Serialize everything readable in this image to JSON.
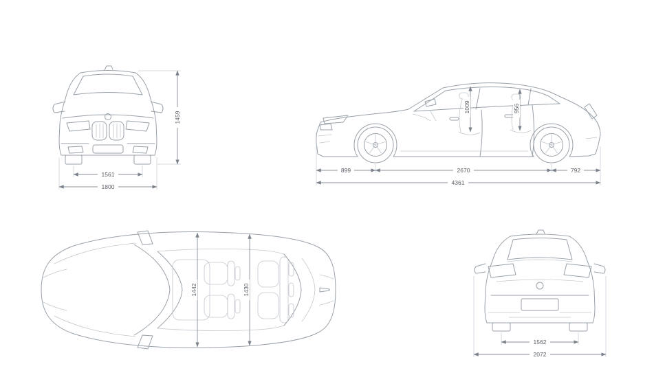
{
  "page": {
    "background": "#ffffff",
    "line_color": "#98a0a8",
    "dim_line_color": "#878d97",
    "dim_text_color": "#585d64"
  },
  "views": {
    "front": {
      "title": "front-view",
      "dims": {
        "height": "1459",
        "track": "1561",
        "width": "1800"
      }
    },
    "side": {
      "title": "side-view",
      "dims": {
        "headroom_front": "1009",
        "headroom_rear": "956",
        "front_overhang": "899",
        "wheelbase": "2670",
        "rear_overhang": "792",
        "length": "4361"
      }
    },
    "top": {
      "title": "top-view",
      "dims": {
        "cabin_width_front": "1442",
        "cabin_width_rear": "1430"
      }
    },
    "rear": {
      "title": "rear-view",
      "dims": {
        "track": "1562",
        "width_incl_mirrors": "2072"
      }
    }
  }
}
